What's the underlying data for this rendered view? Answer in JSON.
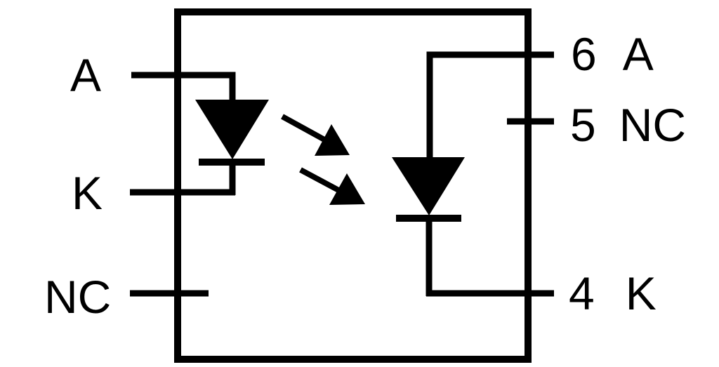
{
  "colors": {
    "line": "#000000",
    "background": "#ffffff"
  },
  "pins": {
    "left": [
      {
        "name": "A"
      },
      {
        "name": "K"
      },
      {
        "name": "NC"
      }
    ],
    "right": [
      {
        "number": "6",
        "name": "A"
      },
      {
        "number": "5",
        "name": "NC"
      },
      {
        "number": "4",
        "name": "K"
      }
    ]
  }
}
